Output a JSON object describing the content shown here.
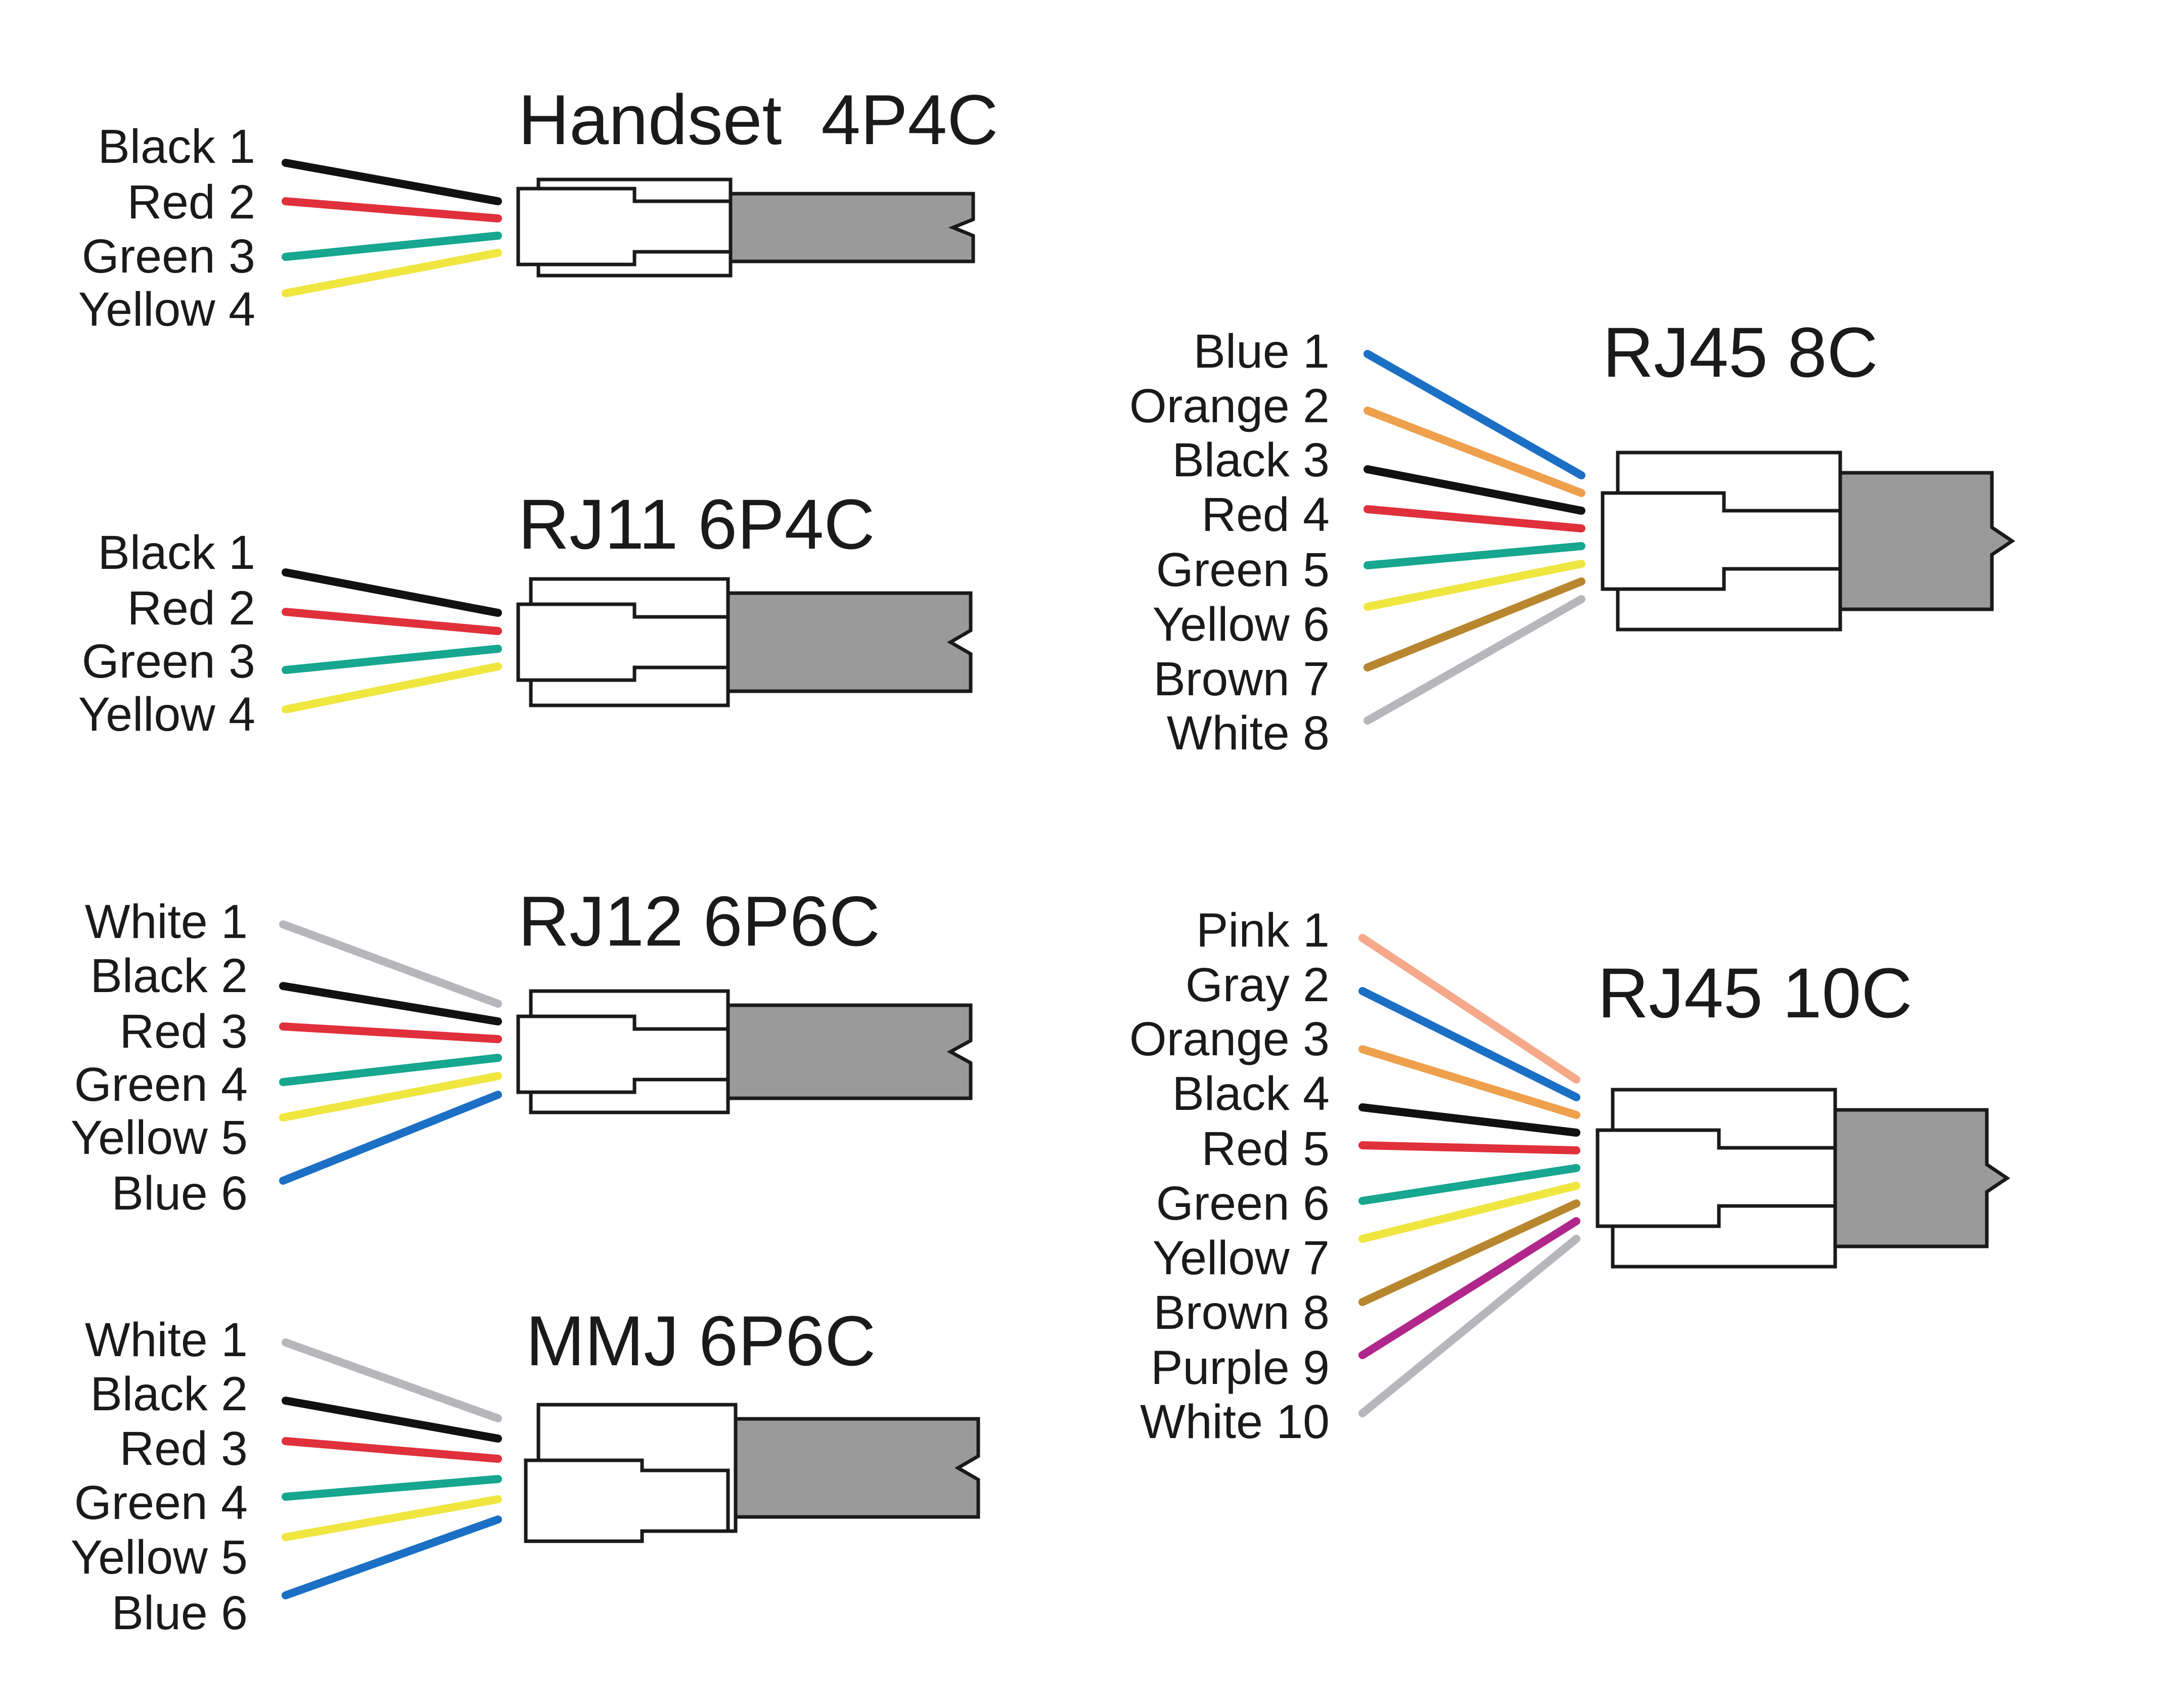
{
  "palette": {
    "Black": "#111111",
    "Red": "#e0303c",
    "Green": "#17a68f",
    "Yellow": "#f0e640",
    "Blue": "#1b6fc4",
    "Orange": "#eea04d",
    "Brown": "#b8862e",
    "White": "#b7b7bb",
    "Pink": "#f5a98a",
    "Gray": "#1b6fc4",
    "Purple": "#b0278c",
    "cable": "#9a9a9a",
    "outline": "#1a1a1a"
  },
  "connectors": [
    {
      "id": "handset-4p4c",
      "title": "Handset  4P4C",
      "style": "handset",
      "wires": [
        {
          "label": "Black 1",
          "color": "Black"
        },
        {
          "label": "Red 2",
          "color": "Red"
        },
        {
          "label": "Green 3",
          "color": "Green"
        },
        {
          "label": "Yellow 4",
          "color": "Yellow"
        }
      ]
    },
    {
      "id": "rj11-6p4c",
      "title": "RJ11 6P4C",
      "style": "rj",
      "wires": [
        {
          "label": "Black 1",
          "color": "Black"
        },
        {
          "label": "Red 2",
          "color": "Red"
        },
        {
          "label": "Green 3",
          "color": "Green"
        },
        {
          "label": "Yellow 4",
          "color": "Yellow"
        }
      ]
    },
    {
      "id": "rj12-6p6c",
      "title": "RJ12 6P6C",
      "style": "rj",
      "wires": [
        {
          "label": "White 1",
          "color": "White"
        },
        {
          "label": "Black 2",
          "color": "Black"
        },
        {
          "label": "Red 3",
          "color": "Red"
        },
        {
          "label": "Green 4",
          "color": "Green"
        },
        {
          "label": "Yellow 5",
          "color": "Yellow"
        },
        {
          "label": "Blue 6",
          "color": "Blue"
        }
      ]
    },
    {
      "id": "mmj-6p6c",
      "title": "MMJ 6P6C",
      "style": "mmj",
      "wires": [
        {
          "label": "White 1",
          "color": "White"
        },
        {
          "label": "Black 2",
          "color": "Black"
        },
        {
          "label": "Red 3",
          "color": "Red"
        },
        {
          "label": "Green 4",
          "color": "Green"
        },
        {
          "label": "Yellow 5",
          "color": "Yellow"
        },
        {
          "label": "Blue 6",
          "color": "Blue"
        }
      ]
    },
    {
      "id": "rj45-8c",
      "title": "RJ45 8C",
      "style": "rj45",
      "wires": [
        {
          "label": "Blue 1",
          "color": "Blue"
        },
        {
          "label": "Orange 2",
          "color": "Orange"
        },
        {
          "label": "Black 3",
          "color": "Black"
        },
        {
          "label": "Red 4",
          "color": "Red"
        },
        {
          "label": "Green 5",
          "color": "Green"
        },
        {
          "label": "Yellow 6",
          "color": "Yellow"
        },
        {
          "label": "Brown 7",
          "color": "Brown"
        },
        {
          "label": "White 8",
          "color": "White"
        }
      ]
    },
    {
      "id": "rj45-10c",
      "title": "RJ45 10C",
      "style": "rj45",
      "wires": [
        {
          "label": "Pink 1",
          "color": "Pink"
        },
        {
          "label": "Gray 2",
          "color": "Gray"
        },
        {
          "label": "Orange 3",
          "color": "Orange"
        },
        {
          "label": "Black 4",
          "color": "Black"
        },
        {
          "label": "Red 5",
          "color": "Red"
        },
        {
          "label": "Green 6",
          "color": "Green"
        },
        {
          "label": "Yellow 7",
          "color": "Yellow"
        },
        {
          "label": "Brown 8",
          "color": "Brown"
        },
        {
          "label": "Purple 9",
          "color": "Purple"
        },
        {
          "label": "White 10",
          "color": "White"
        }
      ]
    }
  ]
}
